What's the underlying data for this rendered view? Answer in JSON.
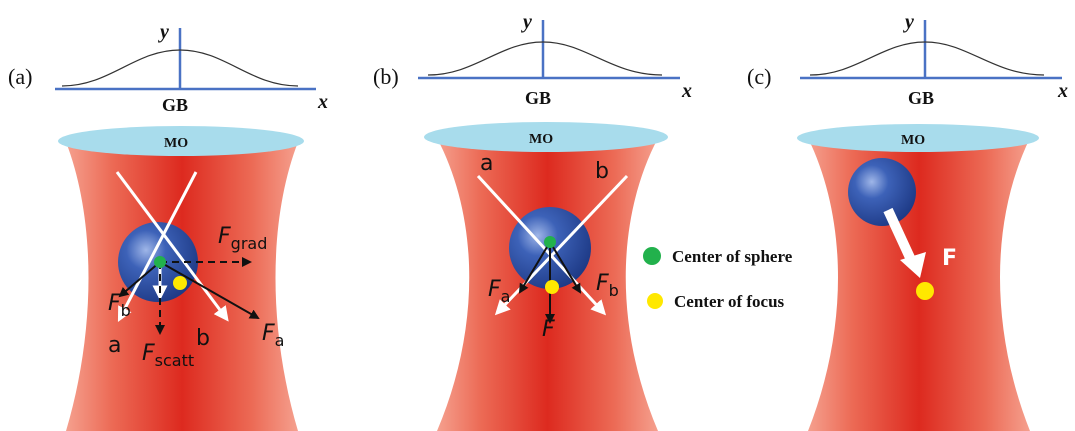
{
  "panels": [
    {
      "label": "(a)",
      "gb_label": "GB",
      "x_axis": "x",
      "y_axis": "y",
      "mo_label": "MO",
      "ray_labels": [
        "a",
        "b"
      ],
      "force_labels": {
        "b": {
          "main": "F",
          "sub": "b"
        },
        "grad": {
          "main": "F",
          "sub": "grad"
        },
        "scatt": {
          "main": "F",
          "sub": "scatt"
        },
        "a": {
          "main": "F",
          "sub": "a"
        }
      }
    },
    {
      "label": "(b)",
      "gb_label": "GB",
      "x_axis": "x",
      "y_axis": "y",
      "mo_label": "MO",
      "ray_labels": [
        "a",
        "b"
      ],
      "force_labels": {
        "a": {
          "main": "F",
          "sub": "a"
        },
        "b": {
          "main": "F",
          "sub": "b"
        },
        "net": {
          "main": "F"
        }
      }
    },
    {
      "label": "(c)",
      "gb_label": "GB",
      "x_axis": "x",
      "y_axis": "y",
      "mo_label": "MO",
      "force_labels": {
        "net": {
          "main": "F"
        }
      }
    }
  ],
  "legend": [
    {
      "label": "Center of sphere",
      "color": "#22b14c"
    },
    {
      "label": "Center of focus",
      "color": "#ffe800"
    }
  ],
  "colors": {
    "beam": "#e8473a",
    "beam_core": "#e0201a",
    "objective": "#a8dcec",
    "axis": "#4a72c4",
    "sphere": "#2b4fa3"
  }
}
